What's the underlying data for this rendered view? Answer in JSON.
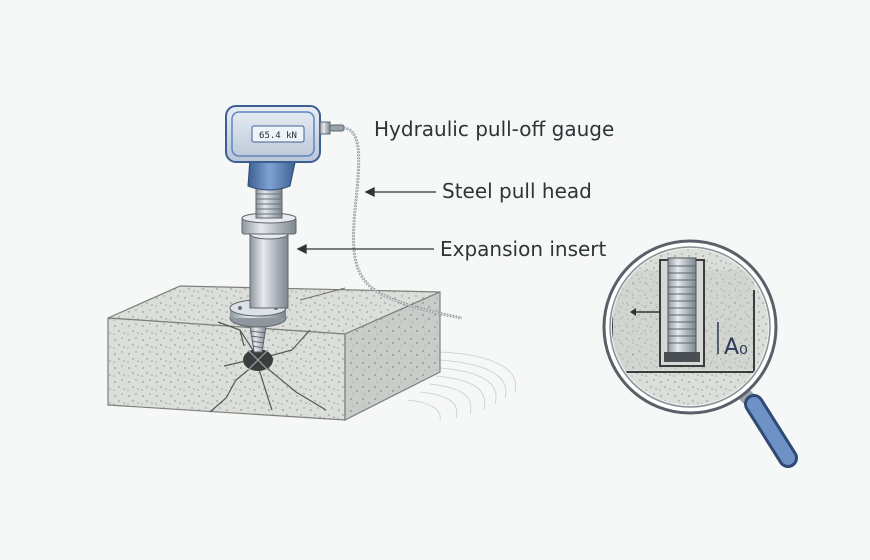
{
  "labels": {
    "gauge": "Hydraulic pull-off gauge",
    "pull_head": "Steel pull head",
    "insert": "Expansion insert"
  },
  "gauge_reading": "65.4 kN",
  "magnifier_marker": "A₀",
  "colors": {
    "gauge_blue": "#5f86bd",
    "gauge_dark": "#3c5f93",
    "steel": "#b7bec6",
    "concrete": "#d9dbd7",
    "ink": "#2f3437"
  }
}
